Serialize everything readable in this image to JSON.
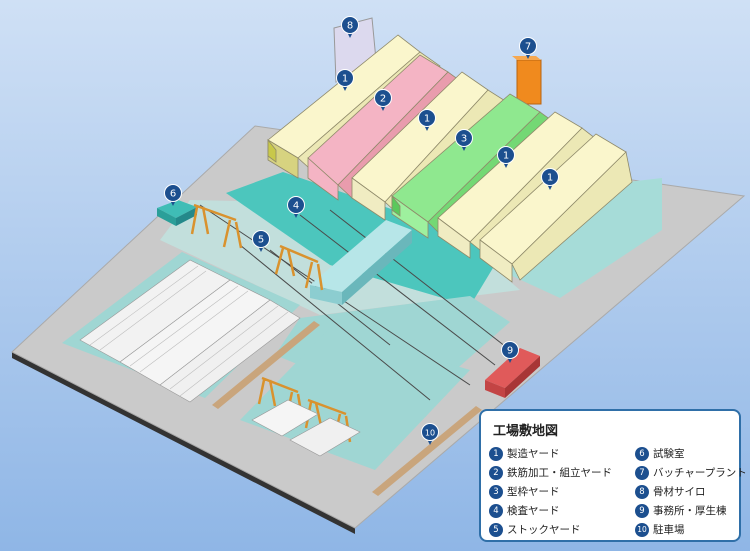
{
  "legend": {
    "title": "工場敷地図",
    "items": [
      {
        "num": "1",
        "label": "製造ヤード"
      },
      {
        "num": "2",
        "label": "鉄筋加工・組立ヤード"
      },
      {
        "num": "3",
        "label": "型枠ヤード"
      },
      {
        "num": "4",
        "label": "検査ヤード"
      },
      {
        "num": "5",
        "label": "ストックヤード"
      },
      {
        "num": "6",
        "label": "試験室"
      },
      {
        "num": "7",
        "label": "バッチャープラント"
      },
      {
        "num": "8",
        "label": "骨材サイロ"
      },
      {
        "num": "9",
        "label": "事務所・厚生棟"
      },
      {
        "num": "10",
        "label": "駐車場"
      }
    ]
  },
  "pins": [
    "8",
    "7",
    "1",
    "2",
    "1",
    "3",
    "1",
    "1",
    "6",
    "4",
    "5",
    "9",
    "10"
  ],
  "colors": {
    "background_top": "#cfe0f5",
    "background_bottom": "#8fb6e6",
    "ground": "#cacaca",
    "yard_teal": "#9fd6d3",
    "inspection": "#4cc6bd",
    "building_yellow": "#faf6cc",
    "building_pink": "#f4b4c4",
    "building_green": "#8fe88f",
    "plant_orange": "#f08a1e",
    "office_red": "#e05a5a",
    "parking": "#c9a57c",
    "crane": "#d9922e",
    "pin": "#1c4f8f"
  }
}
